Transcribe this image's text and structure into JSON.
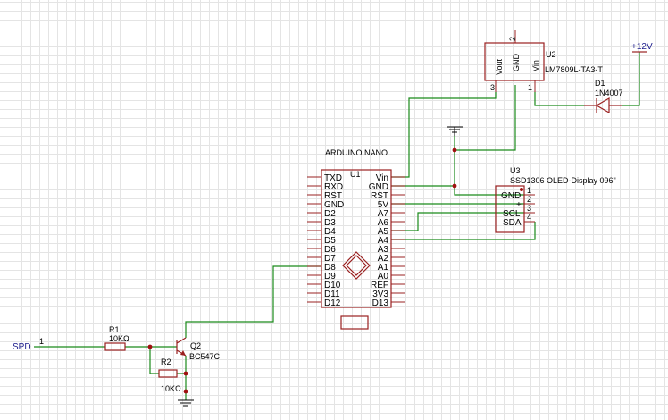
{
  "nano": {
    "title": "ARDUINO NANO",
    "ref": "U1",
    "left_pins": [
      "TXD",
      "RXD",
      "RST",
      "GND",
      "D2",
      "D3",
      "D4",
      "D5",
      "D6",
      "D7",
      "D8",
      "D9",
      "D10",
      "D11",
      "D12"
    ],
    "right_pins": [
      "Vin",
      "GND",
      "RST",
      "5V",
      "A7",
      "A6",
      "A5",
      "A4",
      "A3",
      "A2",
      "A1",
      "A0",
      "REF",
      "3V3",
      "D13"
    ]
  },
  "regulator": {
    "ref": "U2",
    "part": "LM7809L-TA3-T",
    "pin_vout": "Vout",
    "pin_gnd": "GND",
    "pin_vin": "Vin",
    "num_gnd": "2",
    "num_vout": "3",
    "num_vin": "1"
  },
  "diode": {
    "ref": "D1",
    "part": "1N4007"
  },
  "power": {
    "label": "+12V"
  },
  "oled": {
    "ref": "U3",
    "part": "SSD1306 OLED-Display 096\"",
    "pins": [
      "GND",
      "+",
      "SCL",
      "SDA"
    ],
    "nums": [
      "1",
      "2",
      "3",
      "4"
    ]
  },
  "r1": {
    "ref": "R1",
    "value": "10KΩ"
  },
  "r2": {
    "ref": "R2",
    "value": "10KΩ"
  },
  "q2": {
    "ref": "Q2",
    "part": "BC547C"
  },
  "spd": {
    "label": "SPD",
    "pin": "1"
  }
}
